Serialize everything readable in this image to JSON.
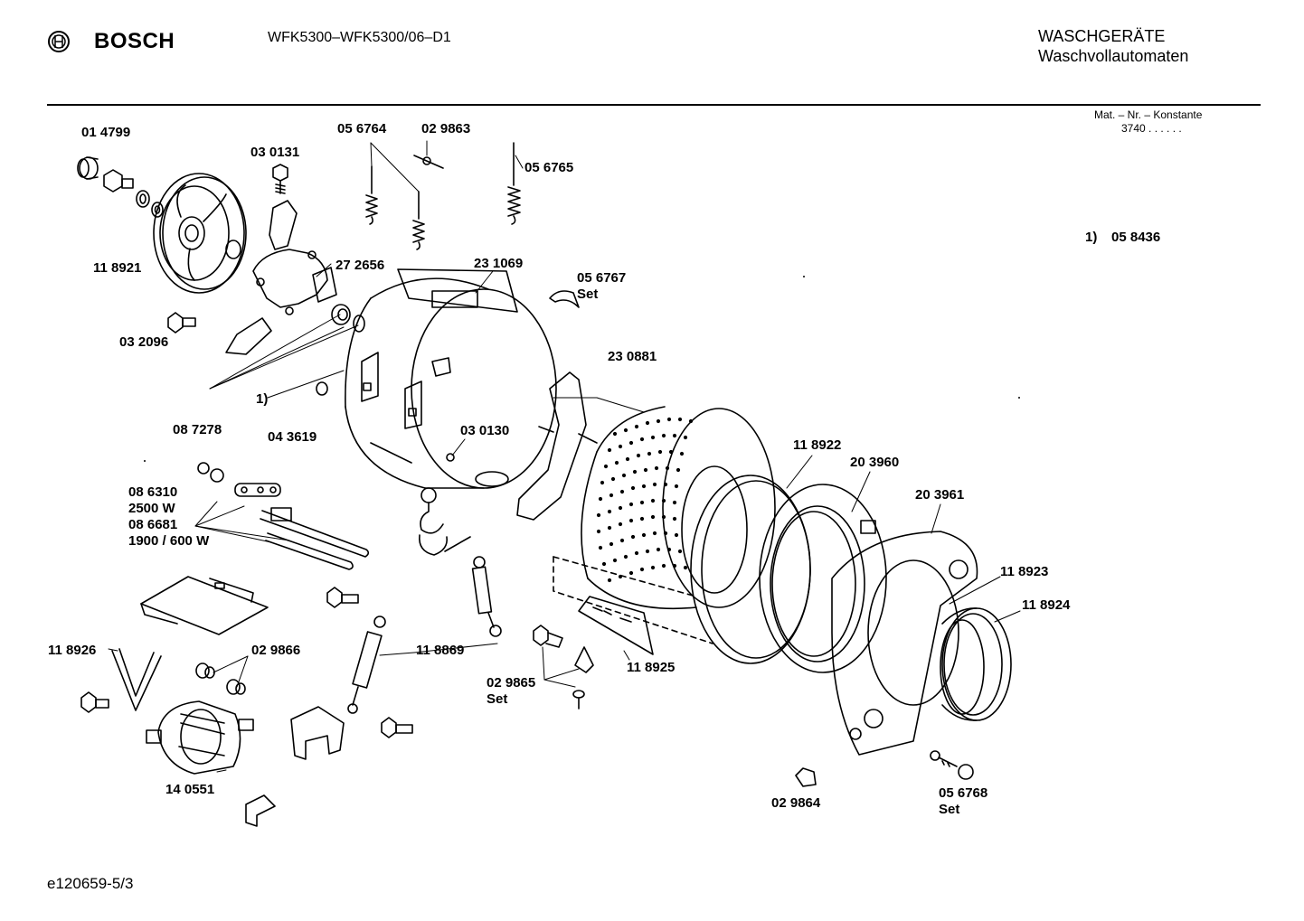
{
  "header": {
    "brand": "BOSCH",
    "model": "WFK5300–WFK5300/06–D1",
    "category": "WASCHGERÄTE",
    "subcategory": "Waschvollautomaten",
    "mat_nr_label": "Mat. – Nr. – Konstante",
    "mat_nr_value": "3740 . .   . . . ."
  },
  "footnote": {
    "mark": "1)",
    "value": "05 8436"
  },
  "parts": [
    {
      "id": "p014799",
      "label": "01 4799"
    },
    {
      "id": "p030131",
      "label": "03 0131"
    },
    {
      "id": "p056764",
      "label": "05 6764"
    },
    {
      "id": "p029863",
      "label": "02 9863"
    },
    {
      "id": "p056765",
      "label": "05 6765"
    },
    {
      "id": "p118921",
      "label": "11 8921"
    },
    {
      "id": "p272656",
      "label": "27 2656"
    },
    {
      "id": "p231069",
      "label": "23 1069"
    },
    {
      "id": "p056767a",
      "label": "05 6767"
    },
    {
      "id": "p056767b",
      "label": "Set"
    },
    {
      "id": "p032096",
      "label": "03 2096"
    },
    {
      "id": "p230881",
      "label": "23 0881"
    },
    {
      "id": "p1paren",
      "label": "1)"
    },
    {
      "id": "p087278",
      "label": "08 7278"
    },
    {
      "id": "p043619",
      "label": "04 3619"
    },
    {
      "id": "p030130",
      "label": "03 0130"
    },
    {
      "id": "p118922",
      "label": "11 8922"
    },
    {
      "id": "p203960",
      "label": "20 3960"
    },
    {
      "id": "p203961",
      "label": "20 3961"
    },
    {
      "id": "p086310",
      "label": "08 6310"
    },
    {
      "id": "p2500w",
      "label": "2500 W"
    },
    {
      "id": "p086681",
      "label": "08 6681"
    },
    {
      "id": "p1900w",
      "label": "1900 / 600 W"
    },
    {
      "id": "p118923",
      "label": "11 8923"
    },
    {
      "id": "p118924",
      "label": "11 8924"
    },
    {
      "id": "p118926",
      "label": "11 8926"
    },
    {
      "id": "p029866",
      "label": "02 9866"
    },
    {
      "id": "p118869",
      "label": "11 8869"
    },
    {
      "id": "p118925",
      "label": "11 8925"
    },
    {
      "id": "p029865a",
      "label": "02 9865"
    },
    {
      "id": "p029865b",
      "label": "Set"
    },
    {
      "id": "p140551",
      "label": "14 0551"
    },
    {
      "id": "p029864",
      "label": "02 9864"
    },
    {
      "id": "p056768a",
      "label": "05 6768"
    },
    {
      "id": "p056768b",
      "label": "Set"
    }
  ],
  "footer": {
    "doc_id": "e120659-5/3"
  },
  "icons": {
    "logo": "bosch-armature-logo"
  }
}
